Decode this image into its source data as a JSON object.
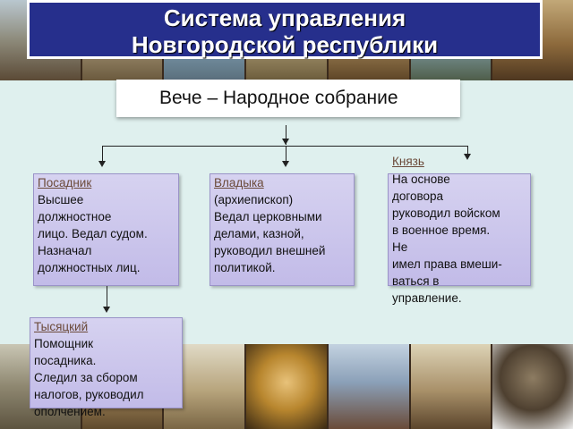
{
  "title": {
    "line1": "Система управления",
    "line2": "Новгородской республики"
  },
  "veche": "Вече – Народное собрание",
  "posadnik": {
    "head": "Посадник",
    "body": "Высшее\nдолжностное\nлицо. Ведал судом.\nНазначал\nдолжностных лиц."
  },
  "vladyka": {
    "head": "Владыка",
    "body": "(архиепископ)\nВедал церковными\nделами, казной,\nруководил внешней\nполитикой."
  },
  "knyaz": {
    "head": "Князь",
    "body": "На основе\nдоговора\nруководил войском\nв военное время.\nНе\nимел права вмеши-\nваться в\nуправление."
  },
  "tysyatsky": {
    "head": "Тысяцкий",
    "body": "Помощник\nпосадника.\nСледил за сбором\nналогов, руководил\nополчением."
  },
  "colors": {
    "title_bg": "#262f8c",
    "box_bg": "#c8c2ea",
    "background": "#dff0ee",
    "head_text": "#6b4a3a"
  },
  "images": {
    "top": [
      "battle-painting",
      "city-painting",
      "boats-painting",
      "monastery-painting",
      "veche-painting",
      "river-painting",
      "crowd-painting"
    ],
    "bottom": [
      "warriors-painting",
      "market-painting",
      "city-walls-painting",
      "icon-portrait",
      "boats-crowd-painting",
      "assembly-painting",
      "bust-sculpture"
    ]
  }
}
